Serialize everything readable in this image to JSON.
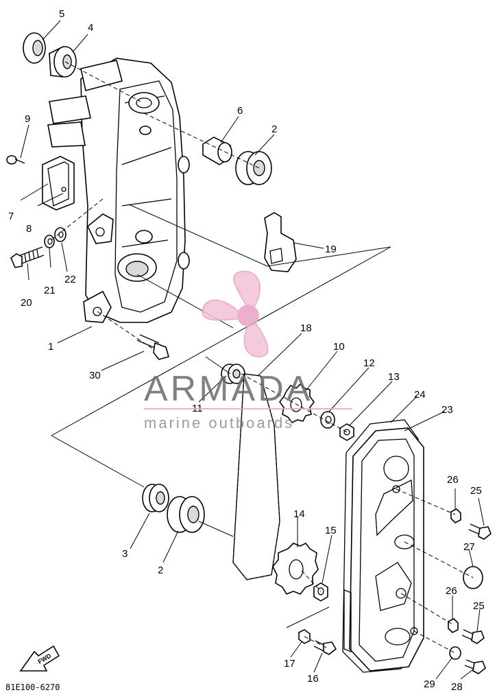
{
  "diagram": {
    "drawing_code": "81E100-6270",
    "fwd_label": "FWD",
    "callouts": [
      "5",
      "4",
      "9",
      "7",
      "8",
      "6",
      "2",
      "19",
      "20",
      "21",
      "22",
      "1",
      "30",
      "18",
      "10",
      "12",
      "13",
      "24",
      "23",
      "11",
      "26",
      "25",
      "27",
      "14",
      "15",
      "3",
      "2",
      "26",
      "25",
      "17",
      "16",
      "29",
      "28"
    ]
  },
  "watermark": {
    "title": "ARMADA",
    "subtitle": "marine outboards",
    "color_primary": "#e8a3c4",
    "color_text": "#6b6b6b"
  }
}
